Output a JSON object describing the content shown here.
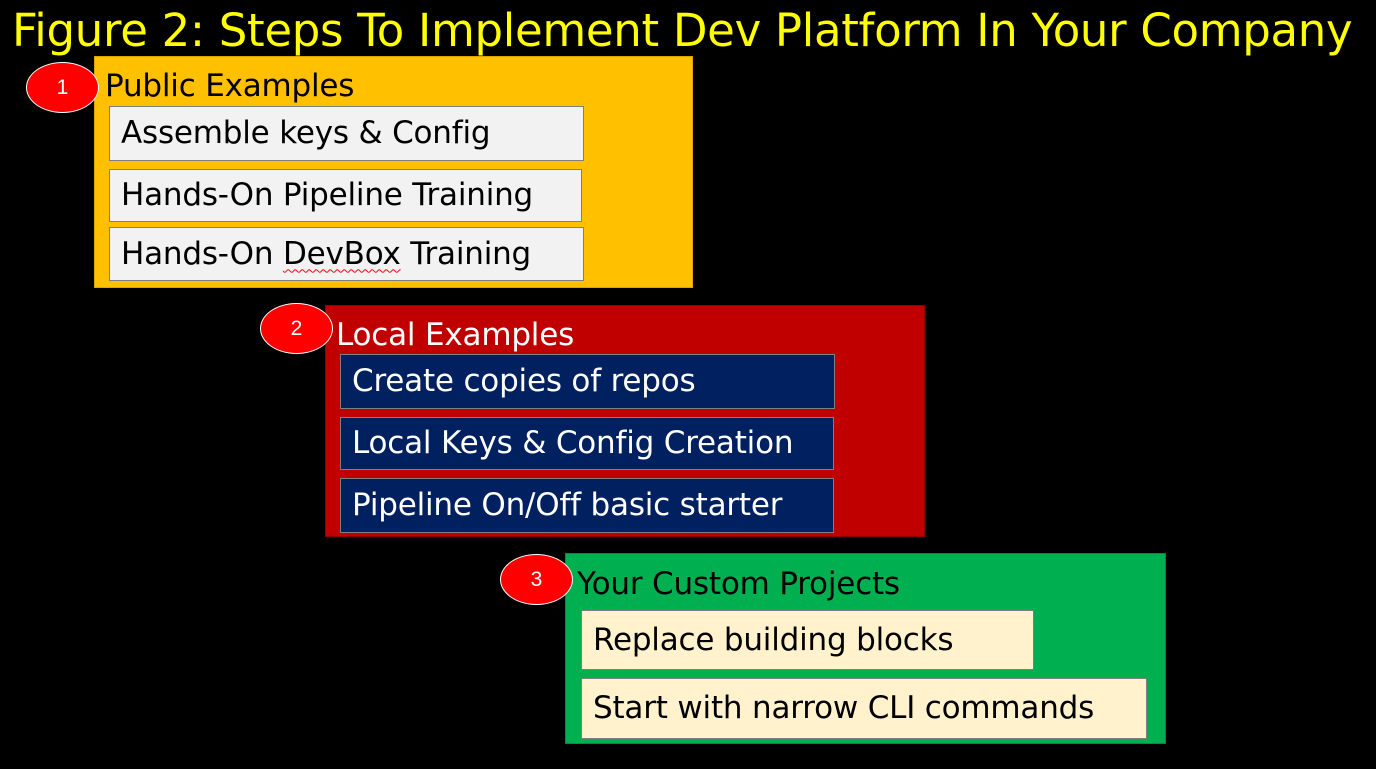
{
  "figure": {
    "title": "Figure 2: Steps To Implement Dev Platform In Your Company",
    "title_color": "#ffff00",
    "background": "#000000"
  },
  "steps": [
    {
      "number": "1",
      "heading": "Public Examples",
      "panel_color": "#ffc000",
      "heading_color": "#000000",
      "items": [
        "Assemble keys & Config",
        "Hands-On Pipeline Training",
        "Hands-On DevBox Training"
      ],
      "item_bg": "#f2f2f2",
      "item_text_color": "#000000"
    },
    {
      "number": "2",
      "heading": "Local Examples",
      "panel_color": "#c00000",
      "heading_color": "#ffffff",
      "items": [
        "Create copies of repos",
        "Local Keys & Config Creation",
        "Pipeline On/Off basic starter"
      ],
      "item_bg": "#002060",
      "item_text_color": "#ffffff"
    },
    {
      "number": "3",
      "heading": "Your Custom Projects",
      "panel_color": "#00b050",
      "heading_color": "#000000",
      "items": [
        "Replace building blocks",
        "Start with narrow CLI commands"
      ],
      "item_bg": "#fff2cc",
      "item_text_color": "#000000"
    }
  ],
  "badge_color": "#ff0000",
  "spellcheck_underlined_word": "DevBox"
}
